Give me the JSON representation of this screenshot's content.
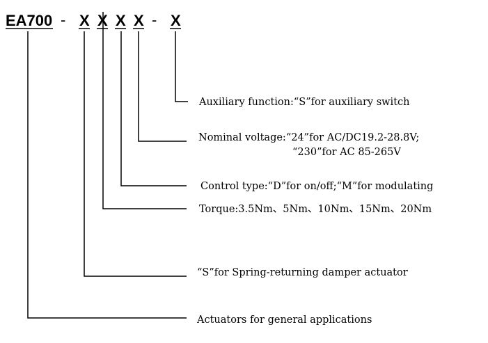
{
  "model_code": {
    "prefix": "EA700",
    "dash": "-",
    "placeholder": "X"
  },
  "descriptions": {
    "auxiliary": "Auxiliary function:“S”for auxiliary switch",
    "voltage_line1": "Nominal voltage:“24”for AC/DC19.2-28.8V;",
    "voltage_line2": "“230”for AC 85-265V",
    "control": "Control type:“D”for on/off;“M”for modulating",
    "torque": "Torque:3.5Nm、5Nm、10Nm、15Nm、20Nm",
    "spring": "“S”for Spring-returning damper actuator",
    "general": "Actuators for general applications"
  }
}
